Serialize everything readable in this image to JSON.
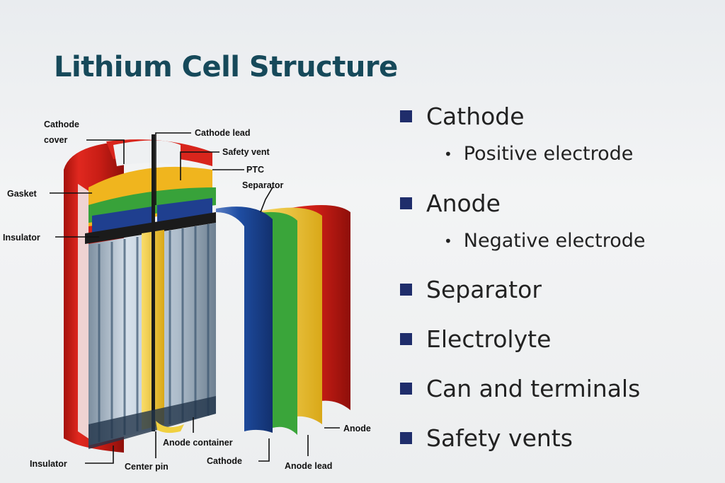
{
  "title": "Lithium Cell Structure",
  "bullets": [
    {
      "label": "Cathode",
      "sub": "Positive electrode"
    },
    {
      "label": "Anode",
      "sub": "Negative electrode"
    },
    {
      "label": "Separator"
    },
    {
      "label": "Electrolyte"
    },
    {
      "label": "Can and terminals"
    },
    {
      "label": "Safety vents"
    }
  ],
  "diagram_labels": {
    "cathode_cover_1": "Cathode",
    "cathode_cover_2": "cover",
    "cathode_lead": "Cathode lead",
    "safety_vent": "Safety vent",
    "ptc": "PTC",
    "separator": "Separator",
    "gasket": "Gasket",
    "insulator_top": "Insulator",
    "insulator_bottom": "Insulator",
    "center_pin": "Center pin",
    "anode_container": "Anode container",
    "cathode": "Cathode",
    "anode_lead": "Anode lead",
    "anode": "Anode"
  },
  "colors": {
    "title": "#16495a",
    "bullet_square": "#1f2d6b",
    "can_red": "#d8251c",
    "cathode_yellow": "#f2c230",
    "anode_blue": "#1f4ea3",
    "separator_green": "#3aa53a",
    "electrode_silver": "#b9c8d6"
  }
}
